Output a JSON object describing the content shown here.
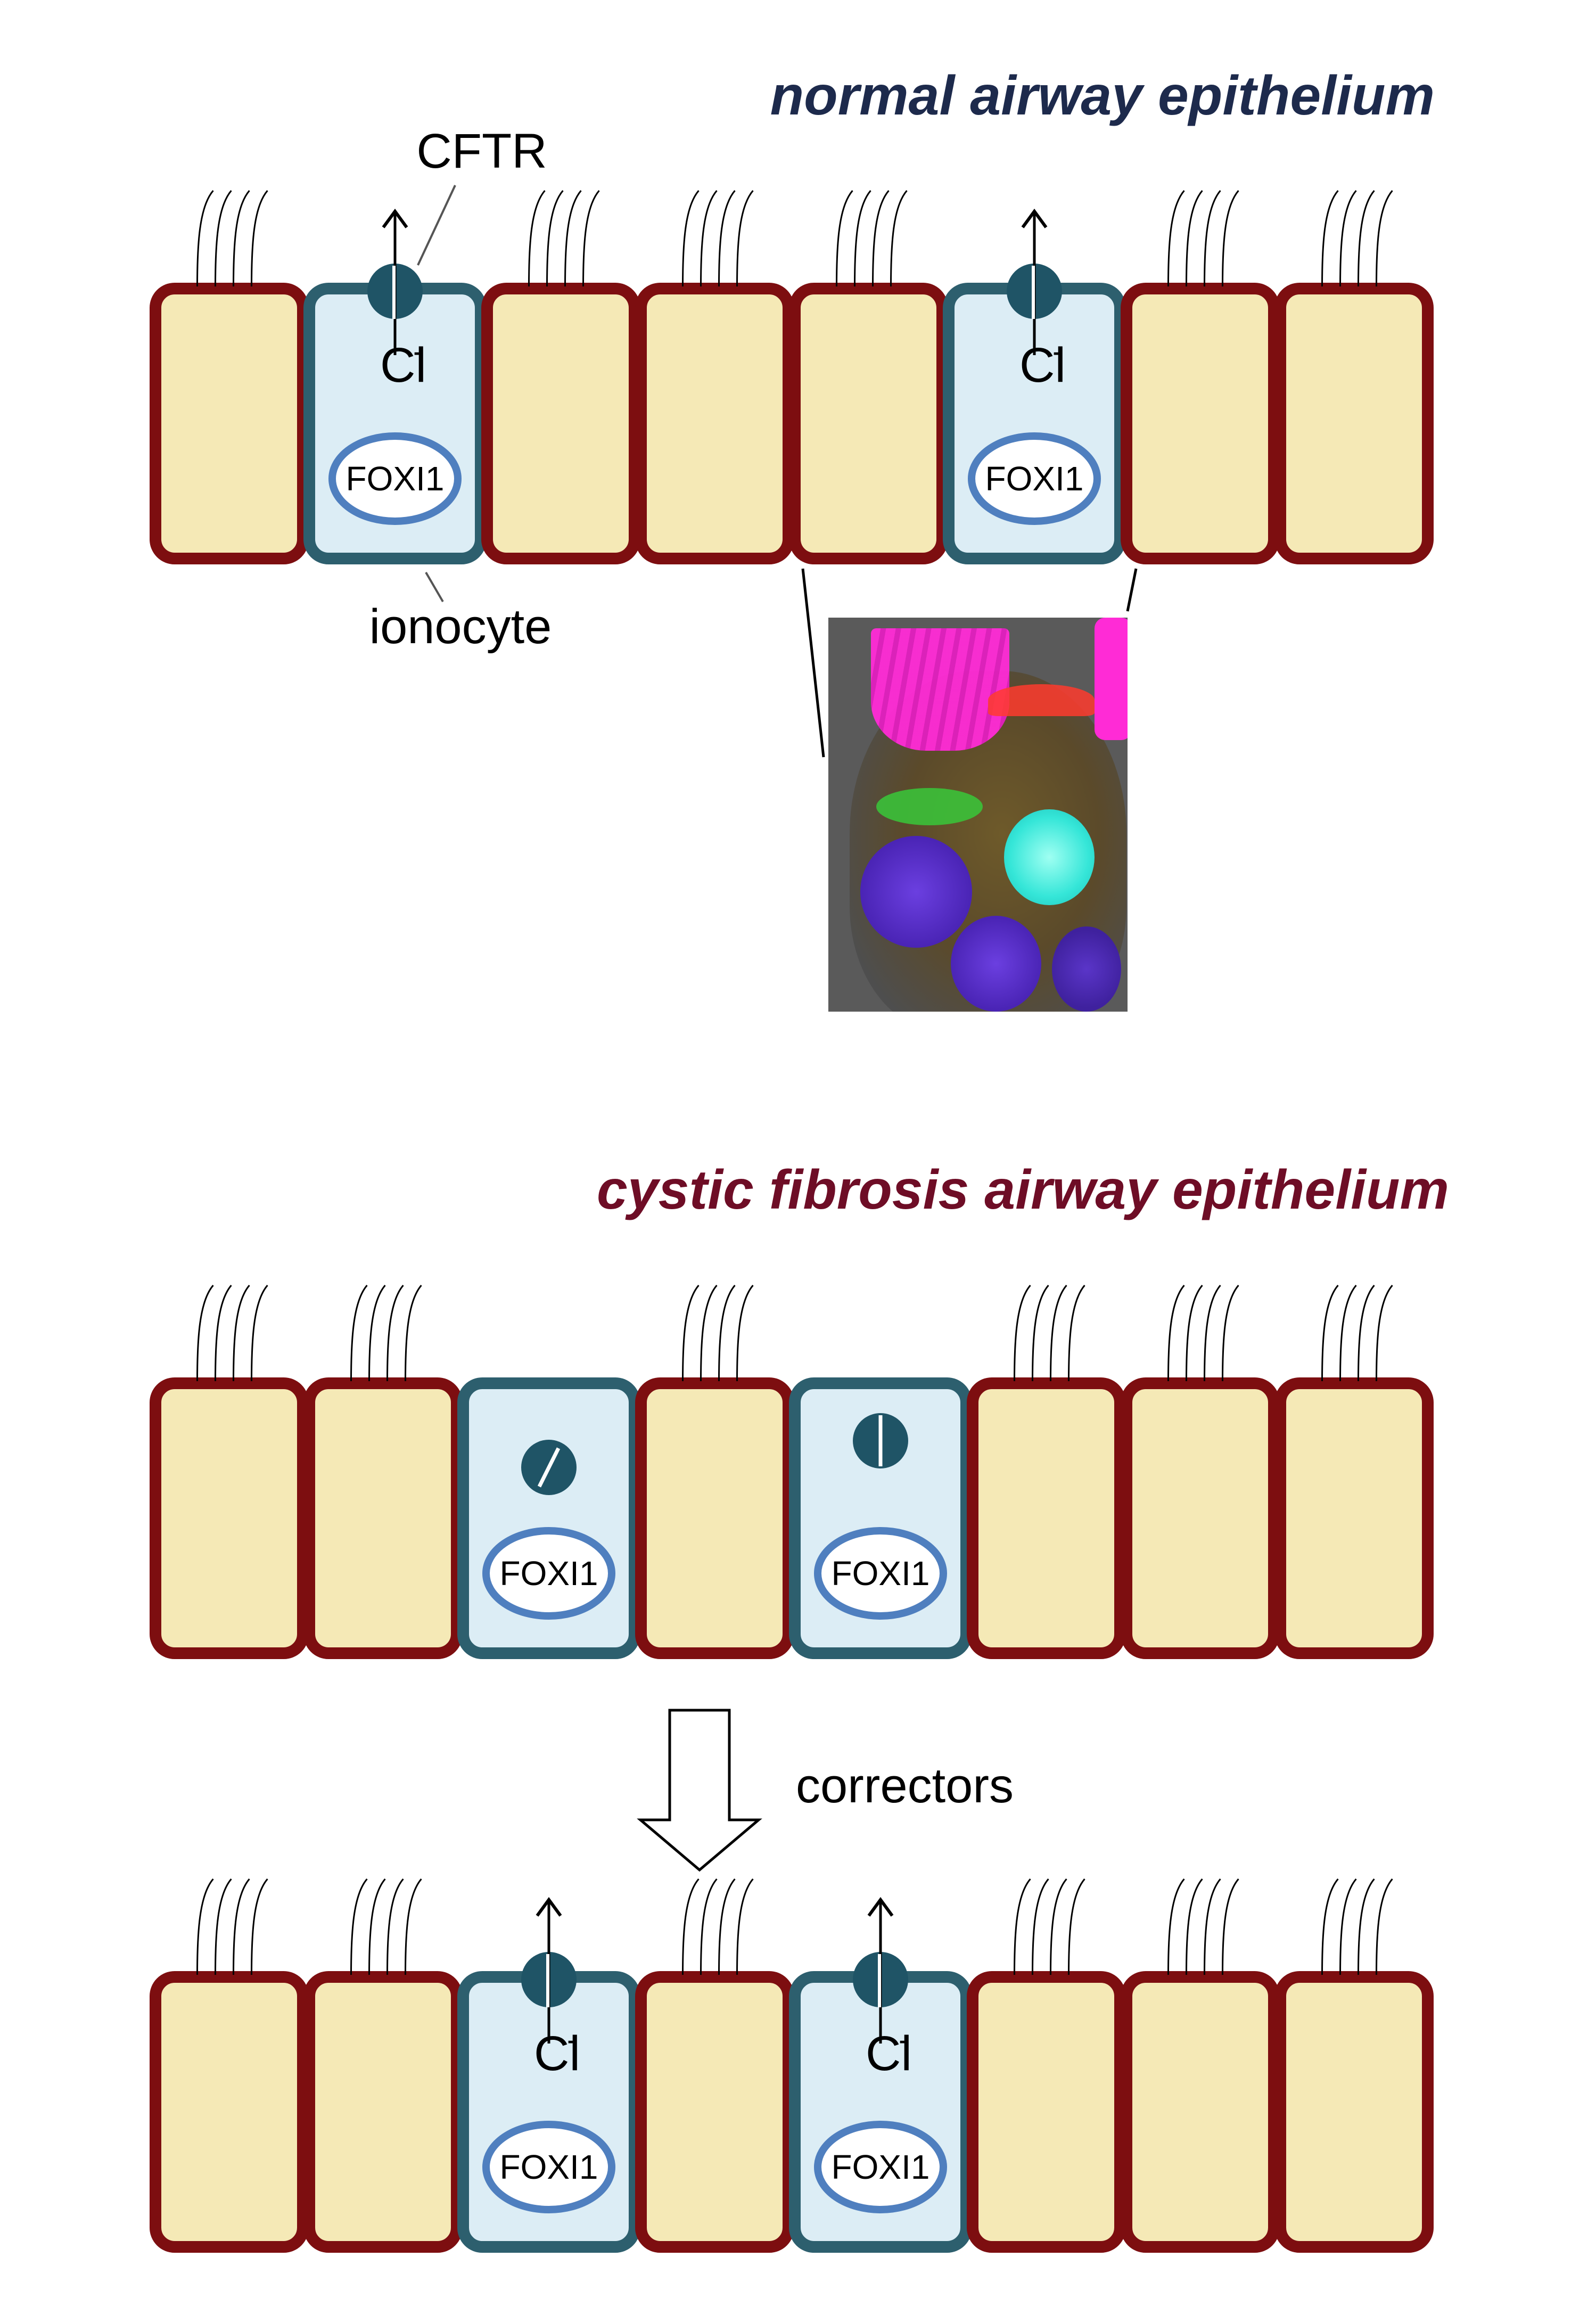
{
  "titles": {
    "normal": "normal airway epithelium",
    "cf": "cystic fibrosis airway epithelium"
  },
  "labels": {
    "cftr": "CFTR",
    "ionocyte": "ionocyte",
    "chloride": "Cl",
    "chloride_charge": "-",
    "nucleus": "FOXI1",
    "correctors": "correctors"
  },
  "rows": {
    "normal": [
      "ciliated",
      "ionocyte-active",
      "ciliated",
      "ciliated",
      "ciliated",
      "ionocyte-active",
      "ciliated",
      "ciliated"
    ],
    "cf": [
      "ciliated",
      "ciliated",
      "ionocyte-misfolded",
      "ciliated",
      "ionocyte-inactive",
      "ciliated",
      "ciliated",
      "ciliated"
    ],
    "corrected": [
      "ciliated",
      "ciliated",
      "ionocyte-active",
      "ciliated",
      "ionocyte-active",
      "ciliated",
      "ciliated",
      "ciliated"
    ]
  },
  "colors": {
    "title_normal": "#1d2a4c",
    "title_cf": "#6e0d26",
    "ciliated_fill": "#f5e9b6",
    "ciliated_border": "#7d0e10",
    "ionocyte_fill": "#dcedf5",
    "ionocyte_border": "#2d5f6e",
    "nucleus_border": "#4f7fbf",
    "channel": "#1f5466"
  }
}
